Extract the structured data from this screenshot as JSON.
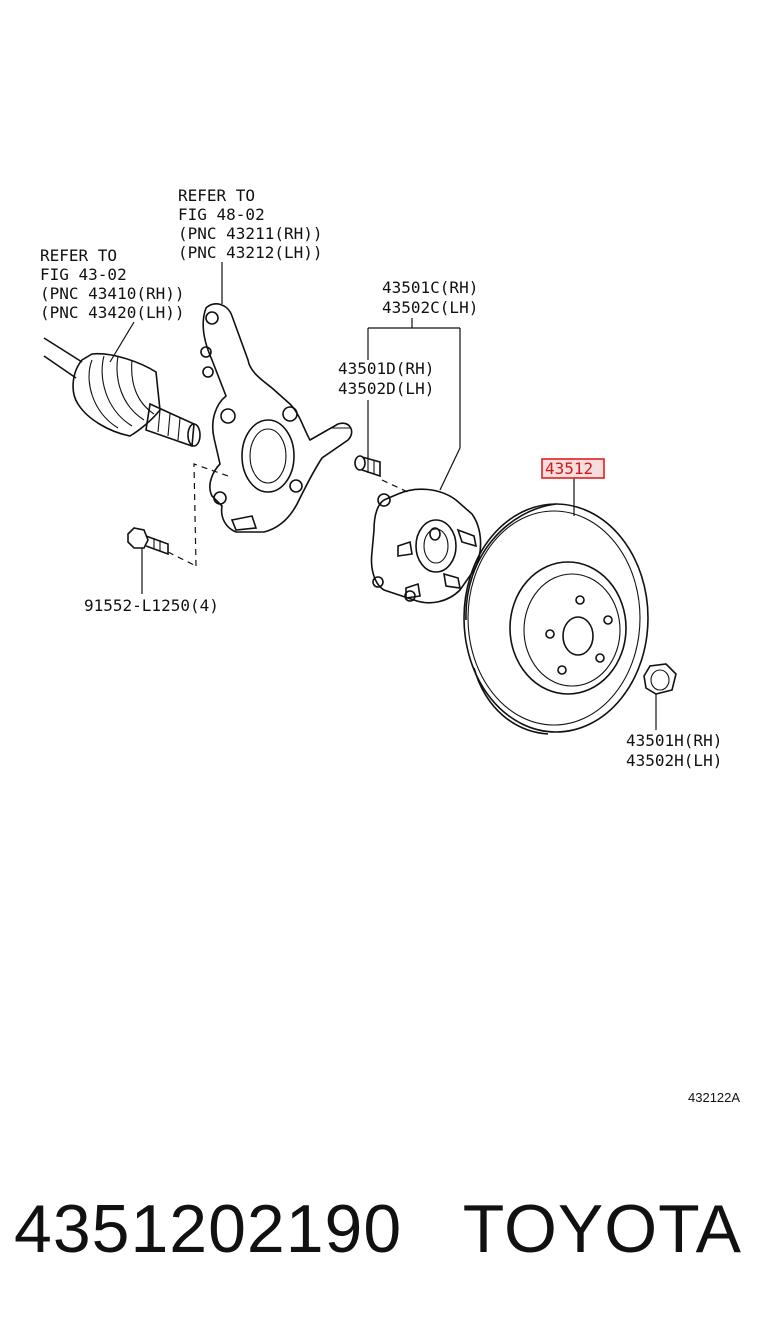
{
  "diagram": {
    "labels": {
      "knuckle_ref": [
        "REFER TO",
        "FIG 48-02",
        "(PNC 43211(RH))",
        "(PNC 43212(LH))"
      ],
      "shaft_ref": [
        "REFER TO",
        "FIG 43-02",
        "(PNC 43410(RH))",
        "(PNC 43420(LH))"
      ],
      "hub_assy": [
        "43501C(RH)",
        "43502C(LH)"
      ],
      "hub_bolt": [
        "43501D(RH)",
        "43502D(LH)"
      ],
      "disc": "43512",
      "bolt": "91552-L1250(4)",
      "nut": [
        "43501H(RH)",
        "43502H(LH)"
      ],
      "figure_code": "432122A"
    },
    "highlight_color": "#e02020"
  },
  "footer": {
    "part_number": "4351202190",
    "brand": "TOYOTA"
  }
}
